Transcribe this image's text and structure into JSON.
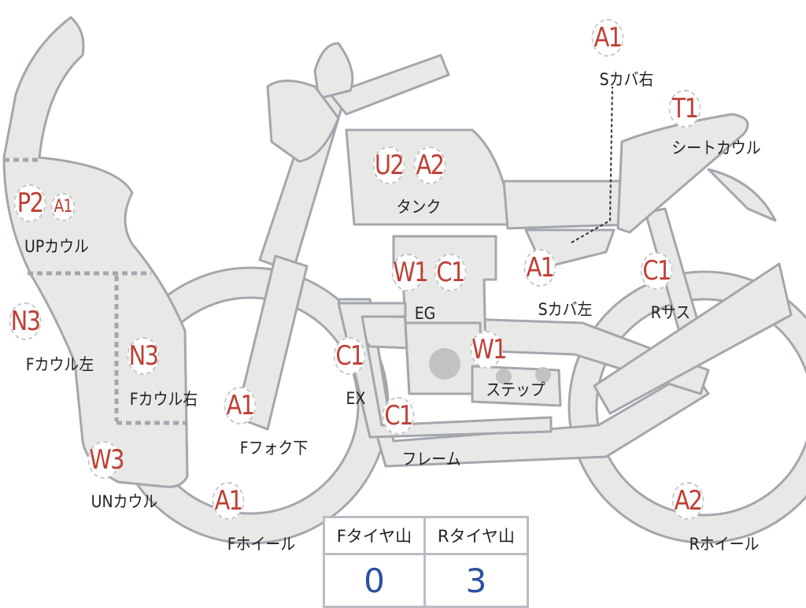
{
  "colors": {
    "body_fill": "#e8e8e6",
    "outline": "#a3a7ad",
    "code_text": "#bf3f35",
    "value_text": "#2a4fa0"
  },
  "parts": [
    {
      "codes": [
        "A1"
      ],
      "label": "Sカバ右"
    },
    {
      "codes": [
        "T1"
      ],
      "label": "シートカウル"
    },
    {
      "codes": [
        "U2",
        "A2"
      ],
      "label": "タンク"
    },
    {
      "codes": [
        "P2",
        "A1"
      ],
      "label": "UPカウル"
    },
    {
      "codes": [
        "W1",
        "C1"
      ],
      "label": "EG"
    },
    {
      "codes": [
        "A1"
      ],
      "label": "Sカバ左"
    },
    {
      "codes": [
        "C1"
      ],
      "label": "Rサス"
    },
    {
      "codes": [
        "N3"
      ],
      "label": "Fカウル左"
    },
    {
      "codes": [
        "N3"
      ],
      "label": "Fカウル右"
    },
    {
      "codes": [
        "C1"
      ],
      "label": "EX"
    },
    {
      "codes": [
        "W1"
      ],
      "label": "ステップ"
    },
    {
      "codes": [
        "A1"
      ],
      "label": "Fフォク下"
    },
    {
      "codes": [
        "C1"
      ],
      "label": "フレーム"
    },
    {
      "codes": [
        "W3"
      ],
      "label": "UNカウル"
    },
    {
      "codes": [
        "A1"
      ],
      "label": "Fホイール"
    },
    {
      "codes": [
        "A2"
      ],
      "label": "Rホイール"
    }
  ],
  "tire_table": {
    "headers": [
      "Fタイヤ山",
      "Rタイヤ山"
    ],
    "values": [
      "0",
      "3"
    ]
  }
}
